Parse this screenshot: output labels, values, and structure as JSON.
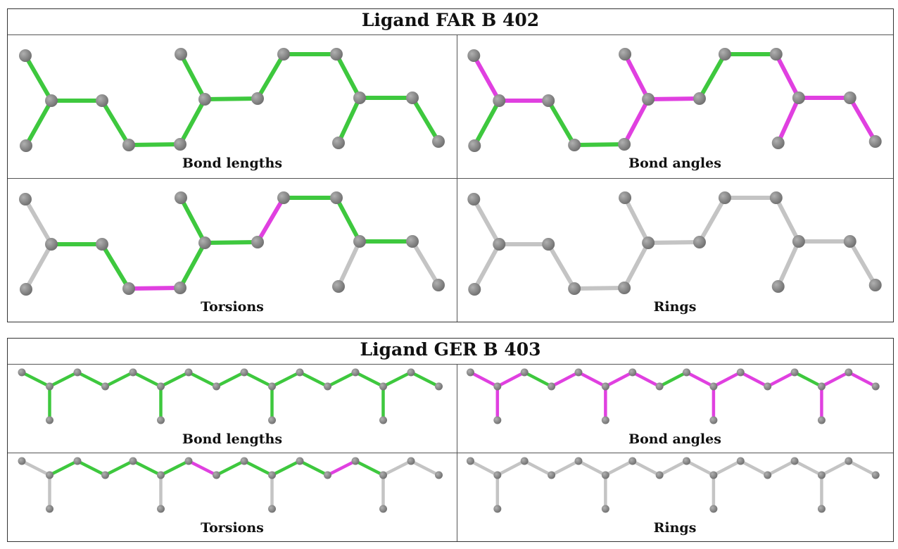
{
  "ligands": [
    {
      "title": "Ligand FAR B 402",
      "panels": [
        {
          "caption": "Bond lengths",
          "highlights": {
            "default": "green",
            "magenta": []
          }
        },
        {
          "caption": "Bond angles",
          "highlights": {
            "default": "green",
            "magenta": [
              "0-1",
              "1-2",
              "4-5",
              "5-6",
              "6-7",
              "9-10",
              "10-11",
              "10-12",
              "12-13"
            ]
          }
        },
        {
          "caption": "Torsions",
          "highlights": {
            "default": "gray",
            "magenta": [
              "3-4",
              "7-8"
            ],
            "green": [
              "1-2",
              "2-3",
              "4-5",
              "5-6",
              "6-7",
              "8-9",
              "9-10",
              "10-12"
            ]
          }
        },
        {
          "caption": "Rings",
          "highlights": {
            "default": "gray",
            "magenta": []
          }
        }
      ]
    },
    {
      "title": "Ligand GER B 403",
      "panels": [
        {
          "caption": "Bond lengths",
          "highlights": {
            "default": "green",
            "magenta": []
          }
        },
        {
          "caption": "Bond angles",
          "highlights": {
            "default": "magenta",
            "green": [
              "2-3",
              "7-8",
              "12-13"
            ]
          }
        },
        {
          "caption": "Torsions",
          "highlights": {
            "default": "gray",
            "magenta": [
              "6-7",
              "11-12"
            ],
            "green": [
              "1-2",
              "2-3",
              "3-4",
              "4-5",
              "5-6",
              "7-8",
              "8-9",
              "9-10",
              "10-11",
              "12-13"
            ]
          }
        },
        {
          "caption": "Rings",
          "highlights": {
            "default": "gray",
            "magenta": []
          }
        }
      ]
    }
  ],
  "colors": {
    "green": "#3ec83e",
    "magenta": "#e040e0",
    "gray": "#c4c4c4",
    "atom": "#6e6e6e",
    "border": "#333333"
  }
}
